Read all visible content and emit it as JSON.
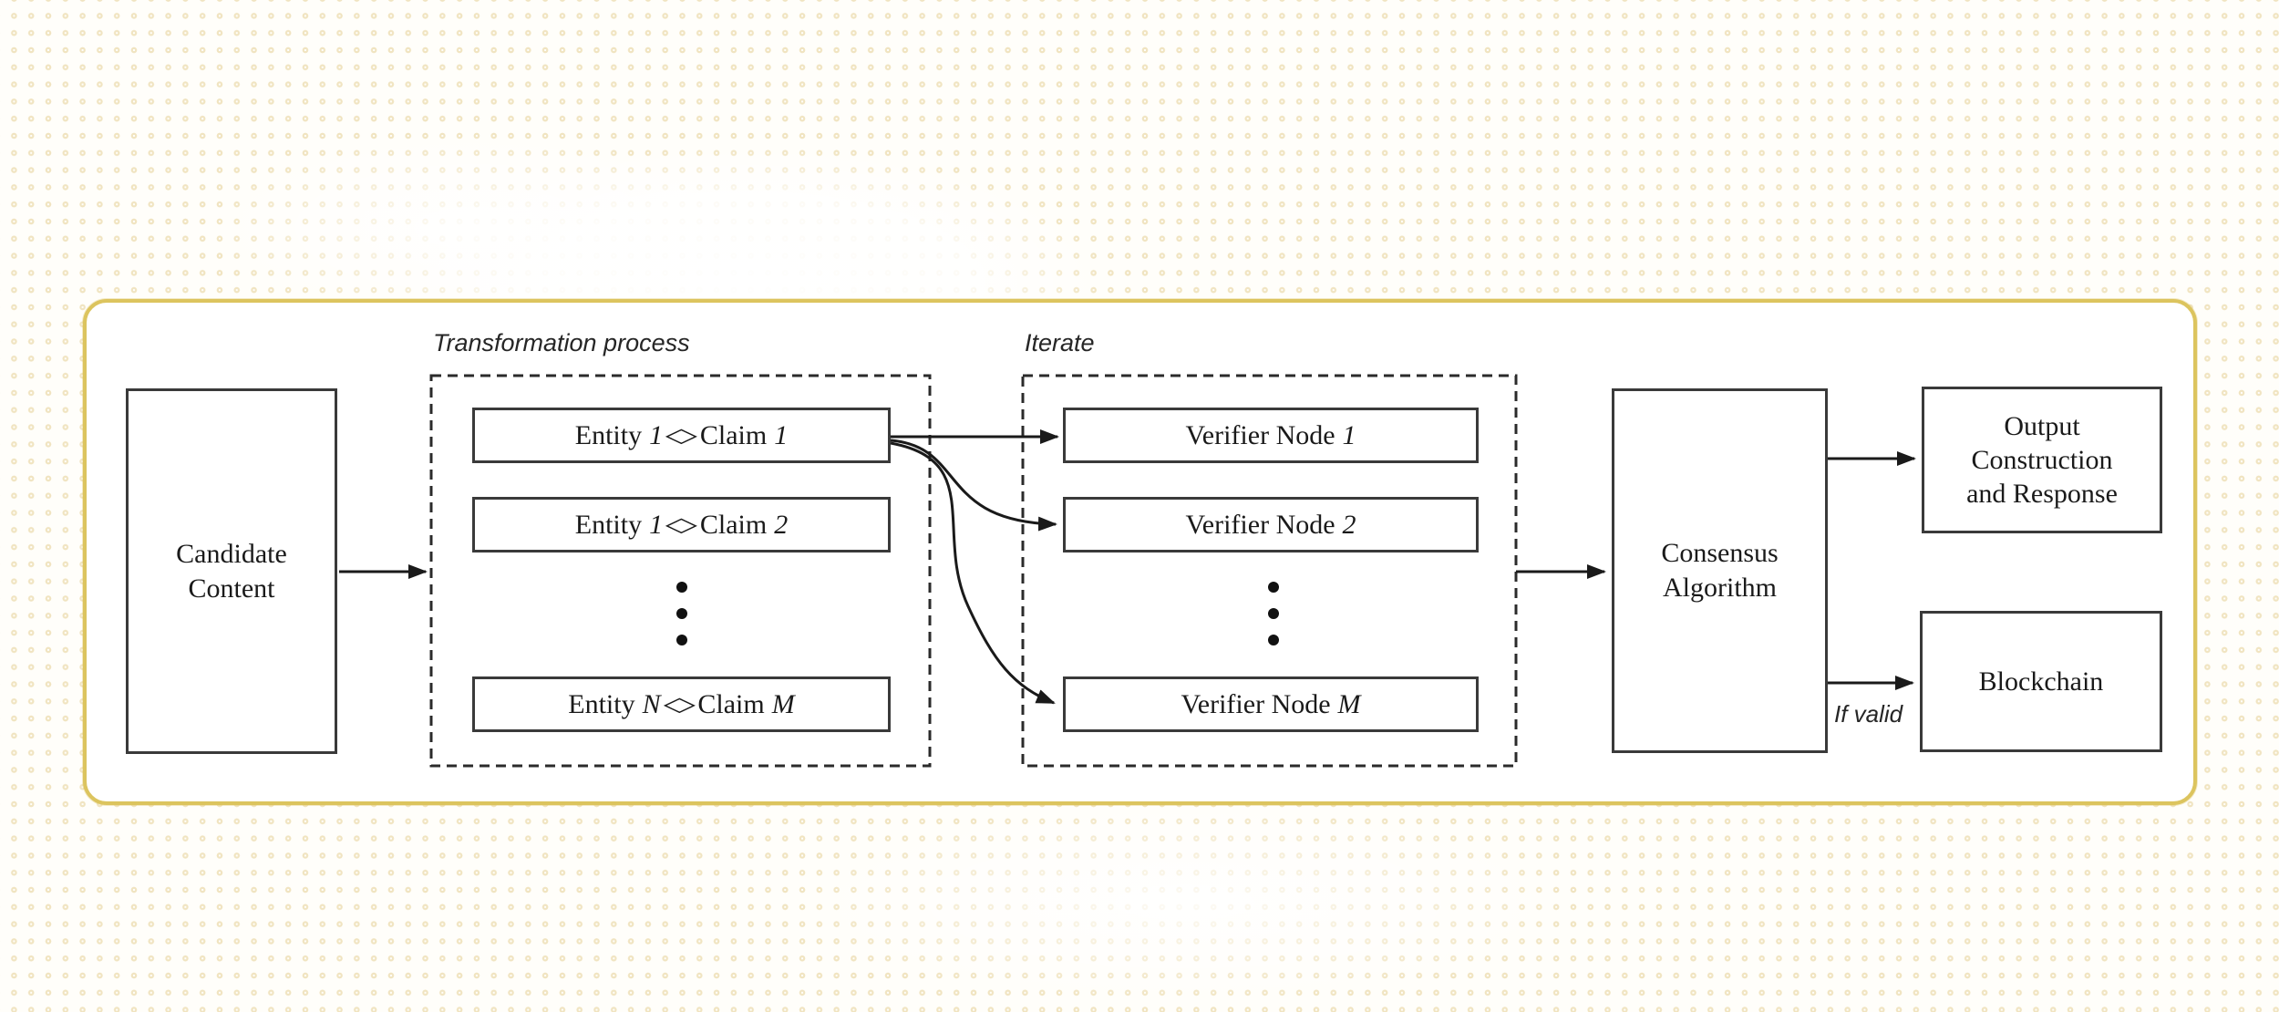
{
  "colors": {
    "frame_border": "#dcc45e",
    "box_border": "#3a3a3a",
    "arrow": "#1a1a1a",
    "dot_pattern": "#f0e3bf",
    "text": "#1a1a1a"
  },
  "nodes": {
    "candidate": {
      "lines": [
        "Candidate",
        "Content"
      ]
    },
    "consensus": {
      "lines": [
        "Consensus",
        "Algorithm"
      ]
    },
    "output": {
      "lines": [
        "Output",
        "Construction",
        "and Response"
      ]
    },
    "blockchain": {
      "label": "Blockchain"
    }
  },
  "groups": {
    "transformation": {
      "label": "Transformation process",
      "items": [
        {
          "pre": "Entity",
          "pre_var": "1",
          "sep": "◇",
          "post": "Claim",
          "post_var": "1"
        },
        {
          "pre": "Entity",
          "pre_var": "1",
          "sep": "◇",
          "post": "Claim",
          "post_var": "2"
        },
        {
          "pre": "Entity",
          "pre_var": "N",
          "sep": "◇",
          "post": "Claim",
          "post_var": "M"
        }
      ]
    },
    "iterate": {
      "label": "Iterate",
      "items": [
        {
          "pre": "Verifier Node",
          "var": "1"
        },
        {
          "pre": "Verifier Node",
          "var": "2"
        },
        {
          "pre": "Verifier Node",
          "var": "M"
        }
      ]
    }
  },
  "annotations": {
    "if_valid": "If valid"
  }
}
